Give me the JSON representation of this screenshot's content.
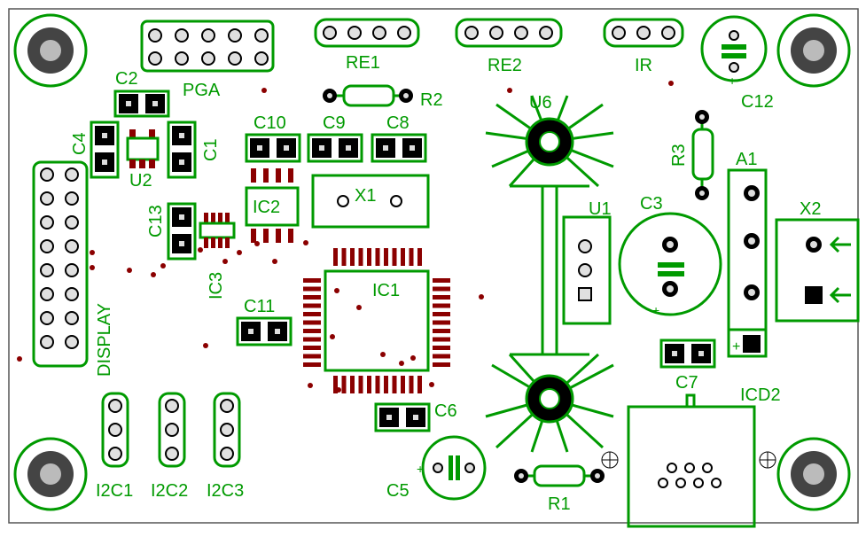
{
  "labels": {
    "pga": "PGA",
    "re1": "RE1",
    "re2": "RE2",
    "ir": "IR",
    "c12": "C12",
    "c2": "C2",
    "c4": "C4",
    "c1": "C1",
    "u2": "U2",
    "c10": "C10",
    "c9": "C9",
    "c8": "C8",
    "r2": "R2",
    "u6": "U6",
    "r3": "R3",
    "a1": "A1",
    "x2": "X2",
    "x1": "X1",
    "ic2": "IC2",
    "c13": "C13",
    "ic3": "IC3",
    "u1": "U1",
    "c3": "C3",
    "ic1": "IC1",
    "display": "DISPLAY",
    "c11": "C11",
    "c7": "C7",
    "icd2": "ICD2",
    "c6": "C6",
    "i2c1": "I2C1",
    "i2c2": "I2C2",
    "i2c3": "I2C3",
    "c5": "C5",
    "r1": "R1"
  },
  "colors": {
    "silkscreen": "#009a00",
    "copper": "#8b0000",
    "pad": "#e0e0e0",
    "background": "#ffffff"
  }
}
